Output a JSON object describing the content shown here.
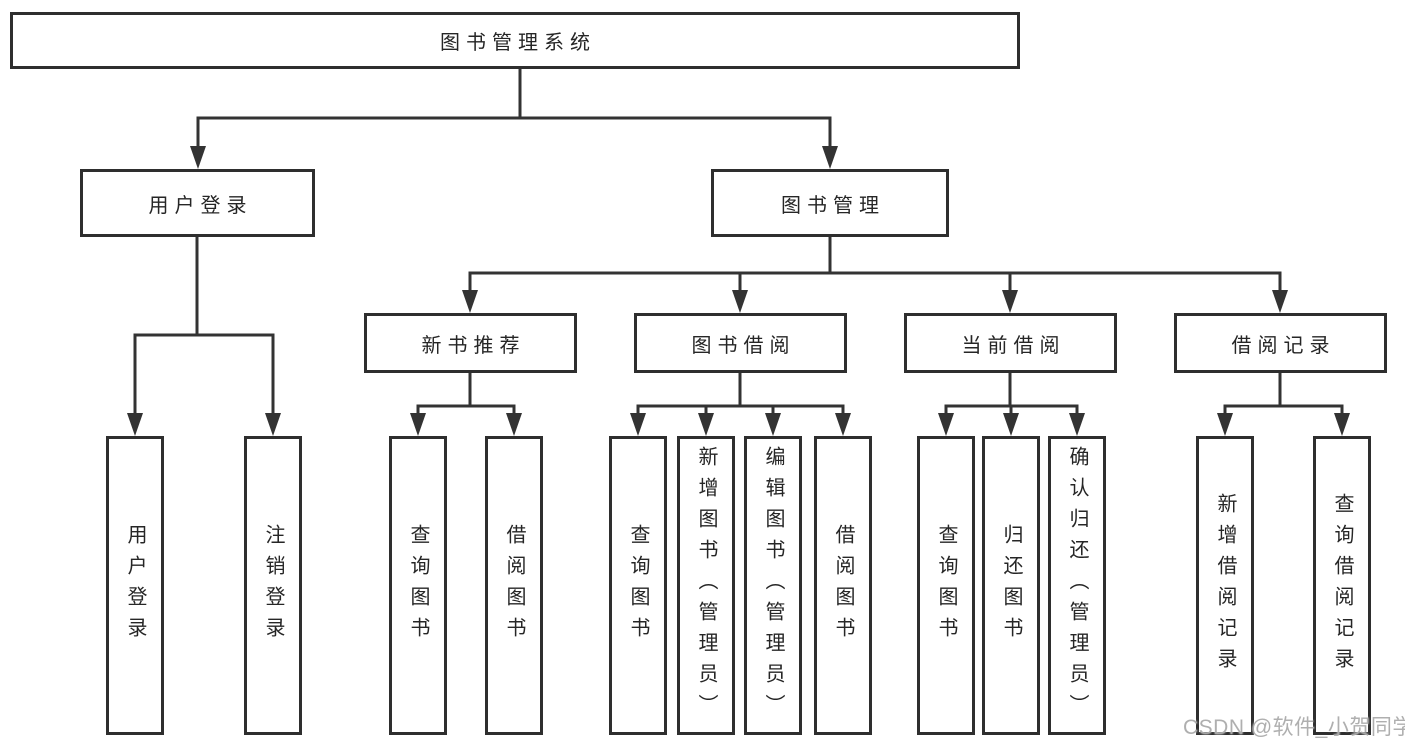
{
  "diagram": {
    "root": {
      "label": "图书管理系统"
    },
    "level2": [
      {
        "label": "用户登录"
      },
      {
        "label": "图书管理"
      }
    ],
    "level3": [
      {
        "label": "新书推荐"
      },
      {
        "label": "图书借阅"
      },
      {
        "label": "当前借阅"
      },
      {
        "label": "借阅记录"
      }
    ],
    "leaves": [
      {
        "label": "用户登录"
      },
      {
        "label": "注销登录"
      },
      {
        "label": "查询图书"
      },
      {
        "label": "借阅图书"
      },
      {
        "label": "查询图书"
      },
      {
        "label": "新增图书（管理员）"
      },
      {
        "label": "编辑图书（管理员）"
      },
      {
        "label": "借阅图书"
      },
      {
        "label": "查询图书"
      },
      {
        "label": "归还图书"
      },
      {
        "label": "确认归还（管理员）"
      },
      {
        "label": "新增借阅记录"
      },
      {
        "label": "查询借阅记录"
      }
    ]
  },
  "watermark": "CSDN @软件_小贺同学",
  "colors": {
    "line": "#333333",
    "border": "#2e2e2e",
    "text": "#262626",
    "watermark": "#a8a8a8",
    "background": "#ffffff"
  }
}
